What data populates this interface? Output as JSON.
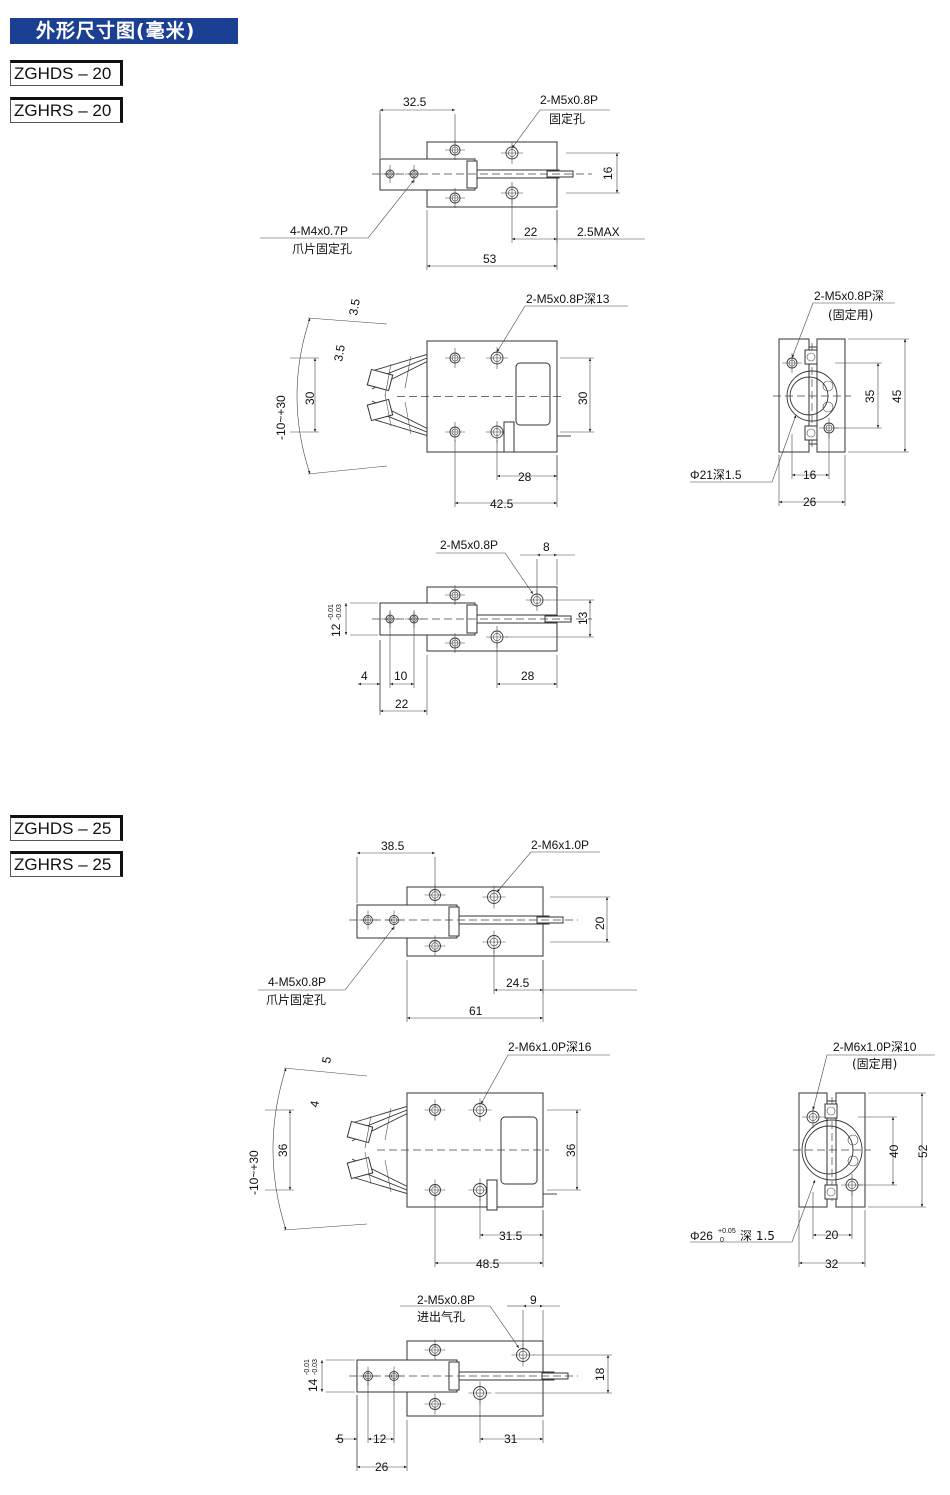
{
  "header": {
    "title": "外形尺寸图(毫米)",
    "brand_color": "#1b3f93"
  },
  "models": [
    "ZGHDS – 20",
    "ZGHRS – 20",
    "ZGHDS – 25",
    "ZGHRS – 25"
  ],
  "size20": {
    "top": {
      "dim_left": "32.5",
      "dim_height": "16",
      "dim_rod": "22",
      "dim_max": "2.5MAX",
      "dim_length": "53",
      "callout_hole": "2-M5x0.8P",
      "callout_hole_note": "固定孔",
      "callout_jaw": "4-M4x0.7P",
      "callout_jaw_note": "爪片固定孔"
    },
    "front": {
      "callout": "2-M5x0.8P深13",
      "dim_angle": "-10~+30",
      "dim_a": "3.5",
      "dim_b": "3.5",
      "dim_left": "30",
      "dim_right": "30",
      "dim_28": "28",
      "dim_425": "42.5"
    },
    "side": {
      "callout": "2-M5x0.8P深",
      "callout_note": "(固定用)",
      "bore": "Φ21深1.5",
      "dim_35": "35",
      "dim_45": "45",
      "dim_16": "16",
      "dim_26": "26"
    },
    "bottom": {
      "callout": "2-M5x0.8P",
      "dim_8": "8",
      "dim_12": "12",
      "tol_upper": "-0.01",
      "tol_lower": "-0.03",
      "dim_13": "13",
      "dim_4": "4",
      "dim_10": "10",
      "dim_22": "22",
      "dim_28": "28"
    }
  },
  "size25": {
    "top": {
      "dim_left": "38.5",
      "dim_height": "20",
      "dim_rod": "24.5",
      "dim_length": "61",
      "callout_hole": "2-M6x1.0P",
      "callout_jaw": "4-M5x0.8P",
      "callout_jaw_note": "爪片固定孔"
    },
    "front": {
      "callout": "2-M6x1.0P深16",
      "dim_angle": "-10~+30",
      "dim_a": "5",
      "dim_b": "4",
      "dim_left": "36",
      "dim_right": "36",
      "dim_315": "31.5",
      "dim_485": "48.5"
    },
    "side": {
      "callout": "2-M6x1.0P深10",
      "callout_note": "(固定用)",
      "bore": "Φ26",
      "bore_tol_upper": "+0.05",
      "bore_tol_lower": "0",
      "bore_depth": "深 1.5",
      "dim_40": "40",
      "dim_52": "52",
      "dim_20": "20",
      "dim_32": "32"
    },
    "bottom": {
      "callout": "2-M5x0.8P",
      "callout_note": "进出气孔",
      "dim_9": "9",
      "dim_14": "14",
      "tol_upper": "-0.01",
      "tol_lower": "-0.03",
      "dim_18": "18",
      "dim_5": "5",
      "dim_12": "12",
      "dim_26": "26",
      "dim_31": "31"
    }
  }
}
